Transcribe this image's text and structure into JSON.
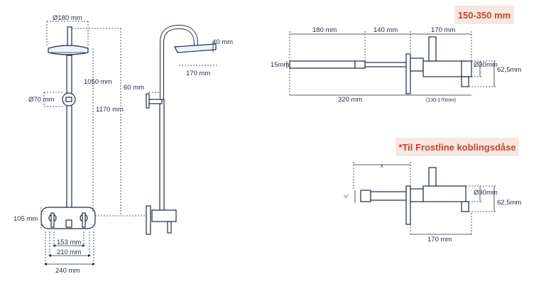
{
  "badges": {
    "range": "150-350 mm",
    "note": "*Til Frostline koblingsdåse"
  },
  "front_view": {
    "head_diameter": "Ø180 mm",
    "height_head": "1050 mm",
    "height_total": "1170 mm",
    "bracket_diameter": "Ø70 mm",
    "base_height": "105 mm",
    "inner_width": "153 mm",
    "mid_width": "210 mm",
    "outer_width": "240 mm"
  },
  "side_view": {
    "head_thickness": "40 mm",
    "head_reach": "170 mm",
    "wall_offset": "60 mm"
  },
  "top_right": {
    "dim_a": "180 mm",
    "dim_b": "140 mm",
    "dim_c": "170 mm",
    "dim_left": "15mm",
    "dim_diam": "Ø30mm",
    "dim_height": "62,5mm",
    "dim_total": "320 mm",
    "dim_range": "(130-170mm)"
  },
  "bottom_right": {
    "dim_x": "x",
    "dim_thread": "½\"",
    "dim_diam": "Ø30mm",
    "dim_height": "62,5mm",
    "dim_length": "170 mm"
  },
  "colors": {
    "stroke": "#1f2a44",
    "dim": "#555555",
    "accent": "#c0452b",
    "badge_bg": "#f7e7e0"
  }
}
